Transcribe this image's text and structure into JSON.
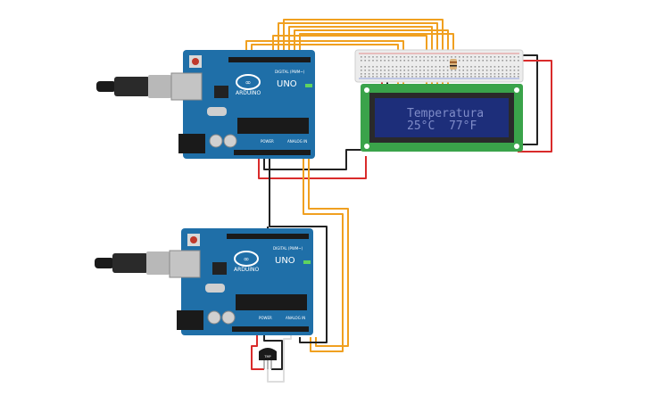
{
  "lcd": {
    "line1": "Temperatura",
    "line2": "25°C  77°F"
  },
  "board_top": {
    "logo_text": "ARDUINO",
    "model": "UNO",
    "digital_label": "DIGITAL (PWM~)",
    "power_label": "POWER",
    "analog_label": "ANALOG IN"
  },
  "board_bottom": {
    "logo_text": "ARDUINO",
    "model": "UNO",
    "digital_label": "DIGITAL (PWM~)",
    "power_label": "POWER",
    "analog_label": "ANALOG IN"
  },
  "sensor": {
    "label": "TMP"
  },
  "colors": {
    "board": "#1f6fa8",
    "wire_orange": "#f0a020",
    "wire_red": "#d92b2b",
    "wire_black": "#222222",
    "lcd_green": "#3aa34a",
    "lcd_screen": "#1d2e7a"
  },
  "icons": [
    "usb-cable-icon",
    "temperature-sensor-icon",
    "resistor-icon"
  ]
}
